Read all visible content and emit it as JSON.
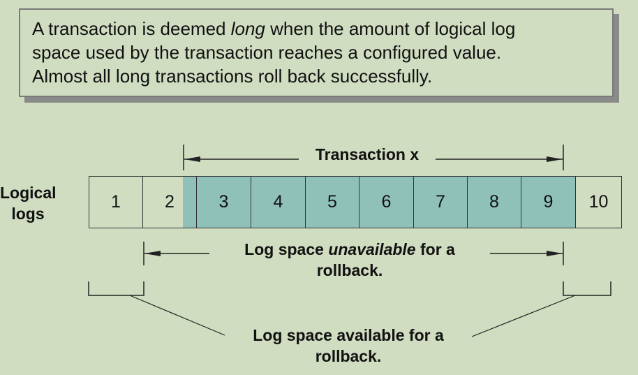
{
  "callout": {
    "line1_pre": "A transaction is deemed ",
    "line1_em": "long",
    "line1_post": " when the amount of logical log",
    "line2": "space used by the transaction reaches a configured value.",
    "line3": "Almost all long transactions roll back successfully."
  },
  "logs_label": {
    "line1": "Logical",
    "line2": "logs"
  },
  "cells": [
    "1",
    "2",
    "3",
    "4",
    "5",
    "6",
    "7",
    "8",
    "9",
    "10"
  ],
  "transaction_label": "Transaction x",
  "unavailable_label": {
    "pre": "Log space ",
    "em": "unavailable",
    "post": " for a",
    "line2": "rollback."
  },
  "available_label": {
    "line1": "Log space available for a",
    "line2": "rollback."
  },
  "colors": {
    "background": "#d0ddc1",
    "transaction_fill": "#8fc1b9",
    "line": "#222222"
  }
}
